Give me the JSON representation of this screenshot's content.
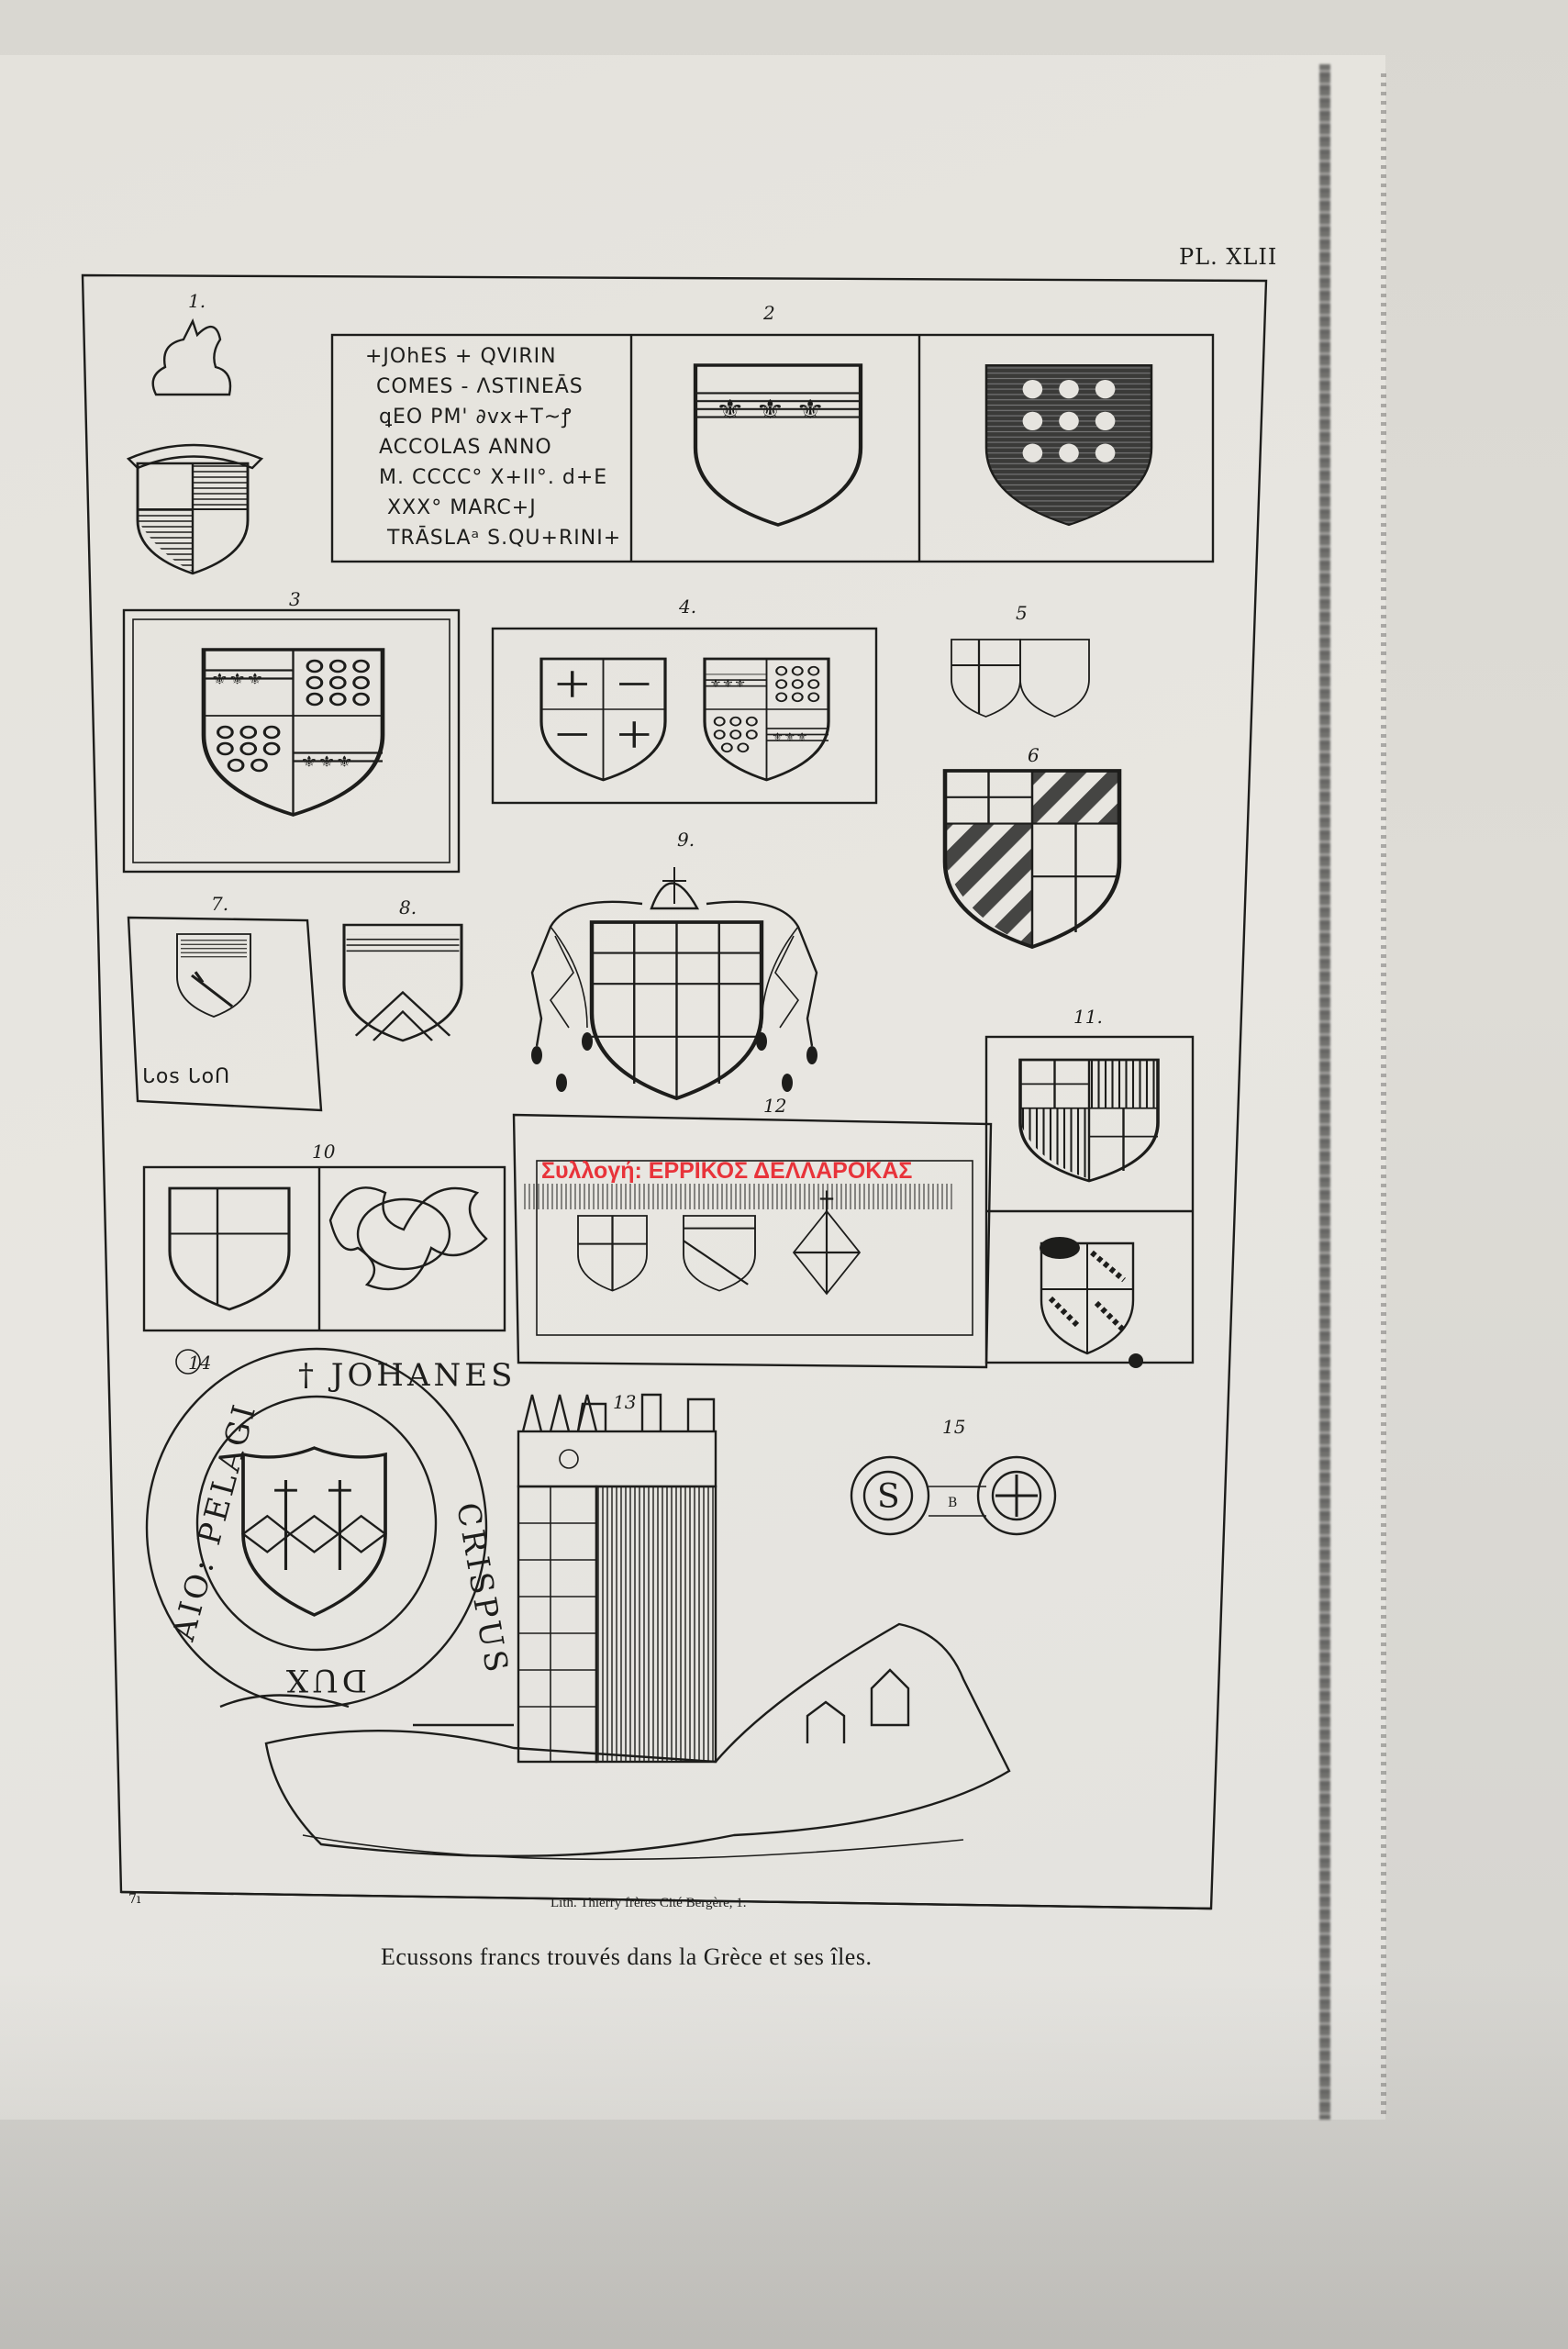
{
  "plate_number": "PL. XLII",
  "item_numbers": [
    "1.",
    "2",
    "3",
    "4.",
    "5",
    "6",
    "7.",
    "8.",
    "9.",
    "10",
    "11.",
    "12",
    "13",
    "14",
    "15"
  ],
  "inscription_2": [
    "+JOhES + QVIRIN",
    "COMES - ΛSTINEĀS",
    "ꝗEO PM' ∂vx+T~ꝭ",
    "ACCOLAS ANNO",
    "M. CCCC° X+II°. d+E",
    "XXX° MARC+J",
    "TRĀSLAᵃ S.QU+RINI+"
  ],
  "item_7_legend": "ᒐos ᒐoՈ",
  "seal_14": {
    "top": "† JOHANES",
    "right": "CRISPUS",
    "bottom": "DUX",
    "left": "AIO: PELAGI"
  },
  "coin_15_center_letter": "S",
  "coin_15_link_letter": "B",
  "watermark": "Συλλογή: ΕΡΡΙΚΟΣ ΔΕΛΛΑΡΟΚΑΣ",
  "corner_mark": "7ı",
  "lithographer": "Lith. Thierry frères Cité Bergère, 1.",
  "caption": "Ecussons francs  trouvés  dans la Grèce  et ses îles.",
  "colors": {
    "ink": "#1d1d1b",
    "paper": "#e6e4df",
    "watermark": "#e8333a"
  }
}
